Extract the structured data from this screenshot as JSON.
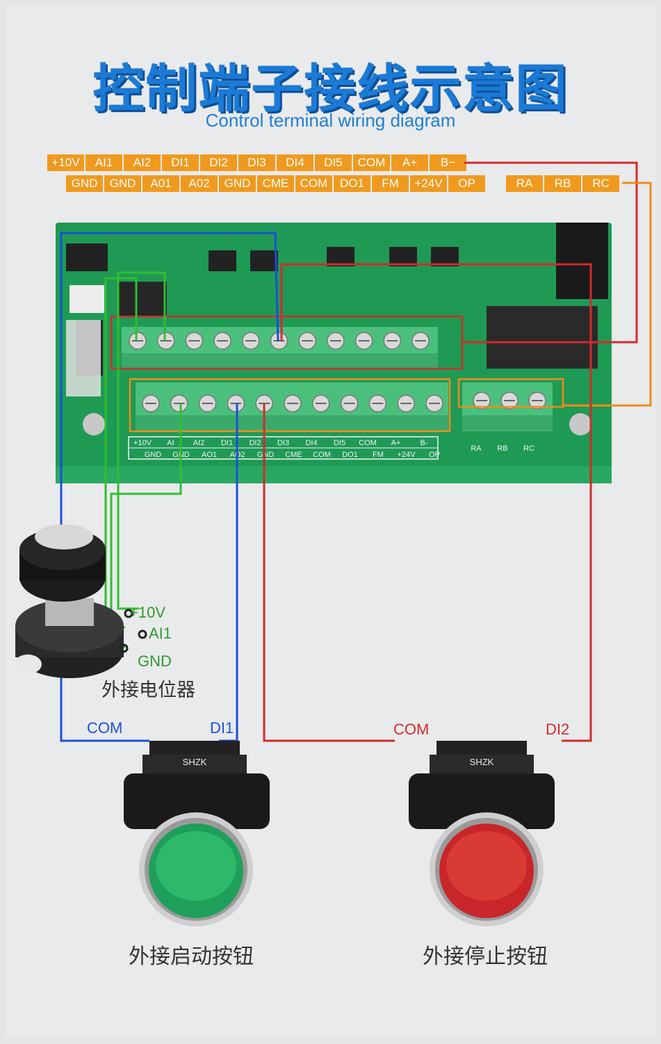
{
  "title": "控制端子接线示意图",
  "subtitle": "Control terminal wiring diagram",
  "top_row_labels": [
    "+10V",
    "AI1",
    "AI2",
    "DI1",
    "DI2",
    "DI3",
    "DI4",
    "DI5",
    "COM",
    "A+",
    "B−"
  ],
  "bottom_row_labels": [
    "GND",
    "GND",
    "A01",
    "A02",
    "GND",
    "CME",
    "COM",
    "DO1",
    "FM",
    "+24V",
    "OP"
  ],
  "relay_labels": [
    "RA",
    "RB",
    "RC"
  ],
  "board_silk_top": [
    "+10V",
    "AI",
    "AI2",
    "DI1",
    "DI2",
    "DI3",
    "DI4",
    "DI5",
    "COM",
    "A+",
    "B-"
  ],
  "board_silk_bottom": [
    "GND",
    "GND",
    "AO1",
    "AO2",
    "GND",
    "CME",
    "COM",
    "DO1",
    "FM",
    "+24V",
    "OP"
  ],
  "pot_labels": {
    "p1": "+10V",
    "p2": "AI1",
    "p3": "GND"
  },
  "pot_caption": "外接电位器",
  "start_button": {
    "com": "COM",
    "di": "DI1",
    "caption": "外接启动按钮",
    "brand": "SHZK"
  },
  "stop_button": {
    "com": "COM",
    "di": "DI2",
    "caption": "外接停止按钮",
    "brand": "SHZK"
  },
  "colors": {
    "title": "#1a7ad6",
    "tag": "#ef9a1e",
    "wire_blue": "#1b4fd8",
    "wire_green": "#2fbf2f",
    "wire_red": "#d42a2a",
    "wire_orange": "#f08c1a",
    "pcb": "#1f9a55"
  }
}
